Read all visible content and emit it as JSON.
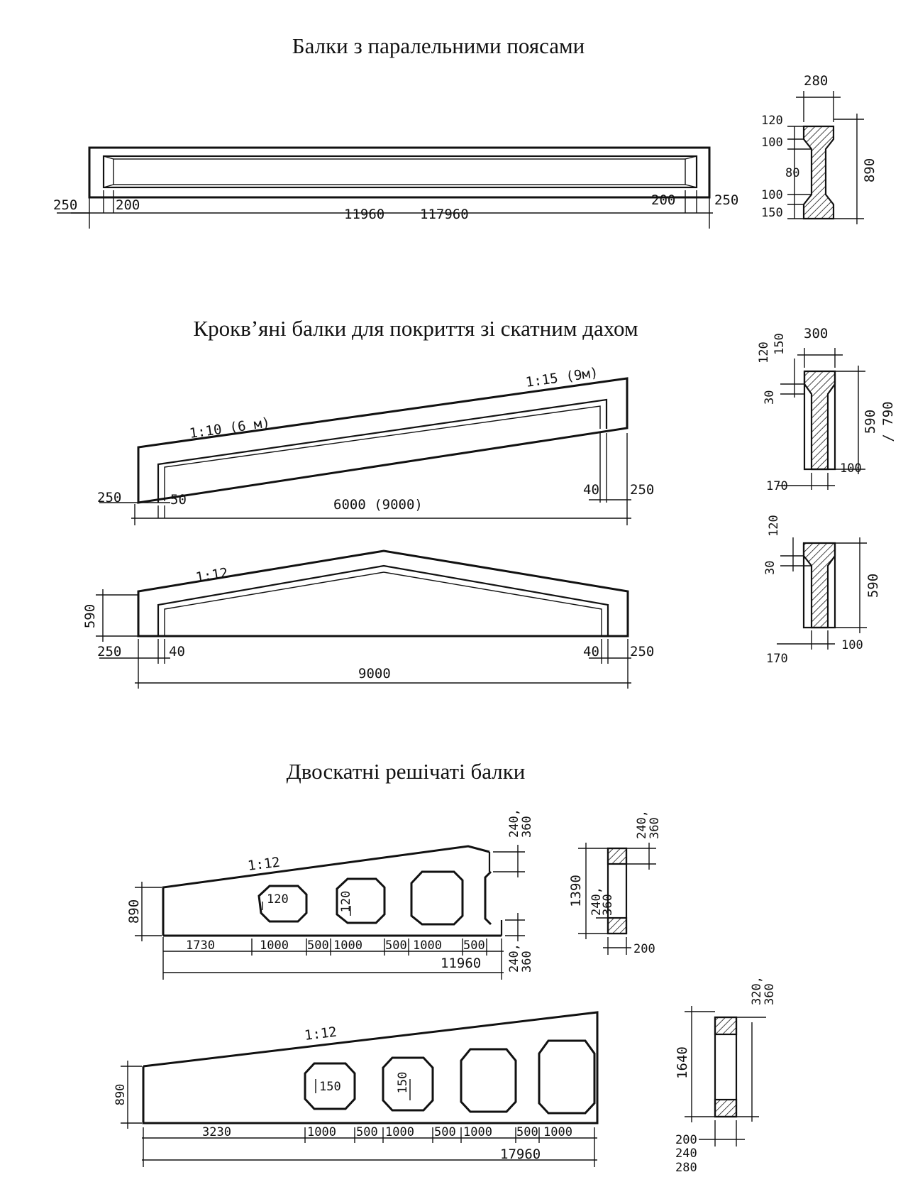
{
  "section1": {
    "title": "Балки з паралельними поясами",
    "elevation": {
      "left_end": "250",
      "left_inner": "200",
      "right_inner": "200",
      "right_end": "250",
      "span_a": "11960",
      "span_b": "117960"
    },
    "cross_section": {
      "width": "280",
      "top_flange": "120",
      "top_haunch": "100",
      "web": "80",
      "bottom_haunch": "100",
      "bottom_flange": "150",
      "height": "890"
    }
  },
  "section2": {
    "title": "Кроквʼяні балки для покриття зі скатним дахом",
    "mono_beam": {
      "slope_6m": "1:10 (6 м)",
      "slope_9m": "1:15 (9м)",
      "left_end": "250",
      "left_inner": "50",
      "span": "6000 (9000)",
      "right_inner": "40",
      "right_end": "250"
    },
    "mono_section": {
      "width": "300",
      "top_flange": "120",
      "top_flange_alt": "150",
      "haunch": "30",
      "height": "590",
      "height_alt": "/ 790",
      "web": "100",
      "bottom_flange": "170"
    },
    "gable_beam": {
      "slope": "1:12",
      "end_height": "590",
      "left_end": "250",
      "left_inner": "40",
      "span": "9000",
      "right_inner": "40",
      "right_end": "250"
    },
    "gable_section": {
      "top_flange": "120",
      "haunch": "30",
      "height": "590",
      "web": "100",
      "bottom_flange": "170"
    }
  },
  "section3": {
    "title": "Двоскатні решічаті балки",
    "lattice_12m": {
      "slope": "1:12",
      "end_height": "890",
      "opening_1": "120",
      "opening_2": "120",
      "top_chord": "240,",
      "top_chord_alt": "360",
      "bottom_chord": "240,",
      "bottom_chord_alt": "360",
      "panels": [
        "1730",
        "1000",
        "500",
        "1000",
        "500",
        "1000",
        "500"
      ],
      "span": "11960"
    },
    "lattice_12m_section": {
      "height": "1390",
      "chord": "240,",
      "chord_alt": "360",
      "top": "240,",
      "top_alt": "360",
      "width": "200"
    },
    "lattice_18m": {
      "slope": "1:12",
      "end_height": "890",
      "opening_1": "150",
      "opening_2": "150",
      "panels": [
        "3230",
        "1000",
        "500",
        "1000",
        "500",
        "1000",
        "500",
        "1000"
      ],
      "span": "17960"
    },
    "lattice_18m_section": {
      "height": "1640",
      "top": "320,",
      "top_alt": "360",
      "width_a": "200",
      "width_b": "240",
      "width_c": "280"
    }
  }
}
